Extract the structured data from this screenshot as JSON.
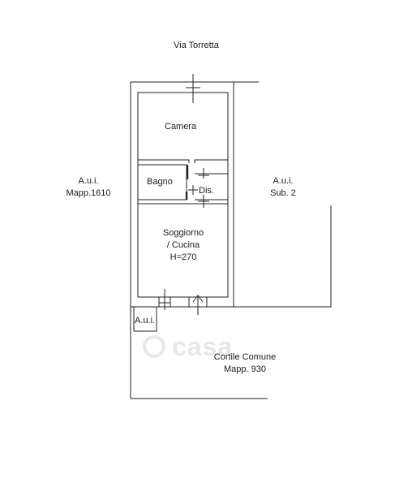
{
  "street": "Via Torretta",
  "neighbors": {
    "left_line1": "A.u.i.",
    "left_line2": "Mapp.1610",
    "right_line1": "A.u.i.",
    "right_line2": "Sub. 2",
    "small": "A.u.i."
  },
  "rooms": {
    "camera": "Camera",
    "bagno": "Bagno",
    "dis": "Dis.",
    "soggiorno_line1": "Soggiorno",
    "soggiorno_line2": "/ Cucina",
    "soggiorno_line3": "H=270"
  },
  "courtyard": {
    "line1": "Cortile Comune",
    "line2": "Mapp. 930"
  },
  "watermark": "casa"
}
